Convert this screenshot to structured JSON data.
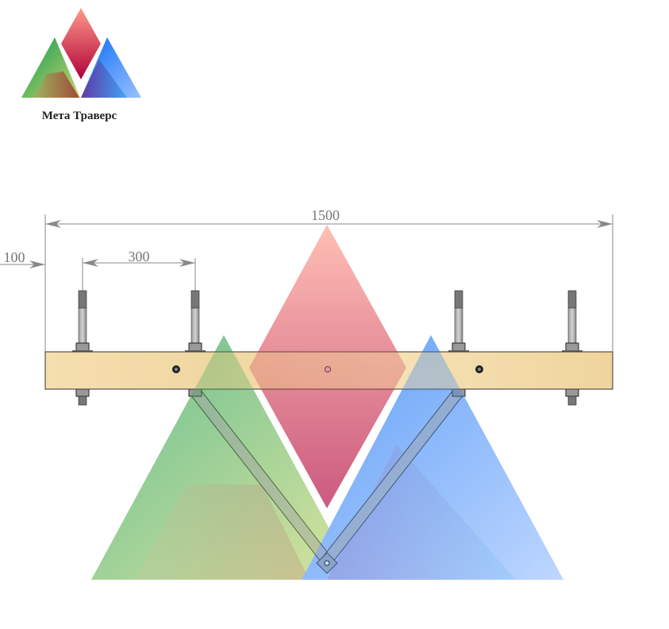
{
  "logo": {
    "brand": "Мета Траверс"
  },
  "drawing": {
    "dim_total": "1500",
    "dim_offset": "100",
    "dim_spacing": "300"
  },
  "colors": {
    "wood": "#f3dca8",
    "dimension": "#888888",
    "red": "#e04a6a",
    "green": "#3aa86a",
    "blue": "#2f7cf0"
  }
}
